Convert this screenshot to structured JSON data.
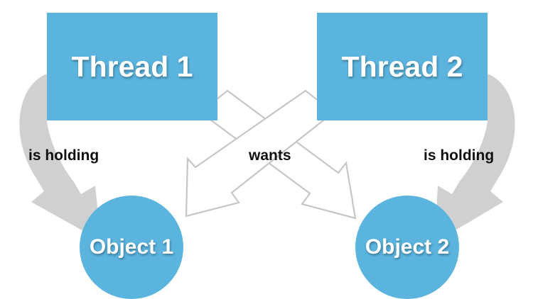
{
  "nodes": {
    "thread1": "Thread 1",
    "thread2": "Thread 2",
    "object1": "Object 1",
    "object2": "Object 2"
  },
  "edges": {
    "left_holding": "is holding",
    "wants": "wants",
    "right_holding": "is holding"
  },
  "colors": {
    "node_fill": "#5ab4de",
    "holding_arrow": "#d0d0d0",
    "wants_arrow_outline": "#c6c6c6",
    "text_on_node": "#ffffff",
    "edge_text": "#111111"
  }
}
